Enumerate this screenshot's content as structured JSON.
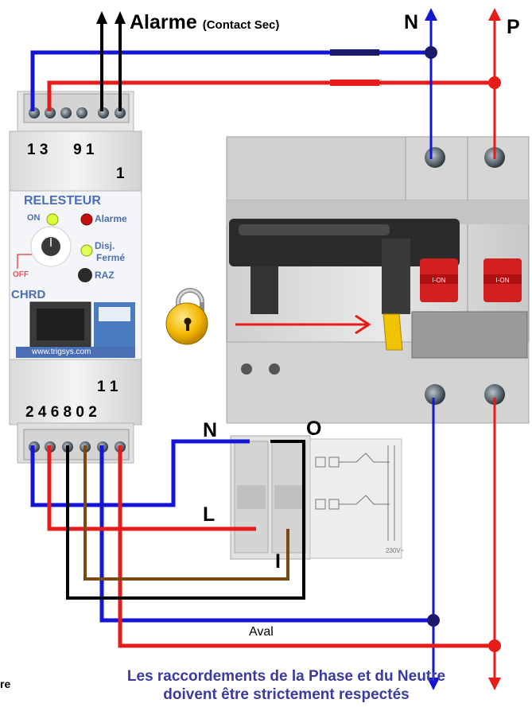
{
  "header": {
    "alarm_title": "Alarme",
    "alarm_subtitle": "(Contact Sec)",
    "neutral": "N",
    "phase": "P"
  },
  "relay": {
    "top_terminals": "1 3      9 1",
    "top_terminals_extra": "1",
    "brand": "RELESTEUR",
    "on_label": "ON",
    "alarm_label": "Alarme",
    "disj_label": "Disj.",
    "ferme_label": "Fermé",
    "raz_label": "RAZ",
    "off_label": "OFF",
    "model": "CHRD",
    "website": "www.trigsys.com",
    "bottom_top_row": "1 1",
    "bottom_terminals": "2 4 6 8 0 2"
  },
  "switch": {
    "n_label": "N",
    "o_label": "O",
    "l_label": "L",
    "i_label": "I",
    "spec": "230V~"
  },
  "breaker": {
    "on_label_left": "I-ON",
    "on_label_right": "I-ON"
  },
  "labels": {
    "aval": "Aval",
    "cropped_left": "re"
  },
  "footer": {
    "line1": "Les raccordements de la Phase et du Neutre",
    "line2": "doivent être strictement respectés"
  },
  "colors": {
    "neutral_wire": "#1515d8",
    "phase_wire": "#e81b1b",
    "black_wire": "#000000",
    "brown_wire": "#7a4a10",
    "footer_text": "#3a3aa0",
    "relay_brand": "#4b6fb5"
  }
}
